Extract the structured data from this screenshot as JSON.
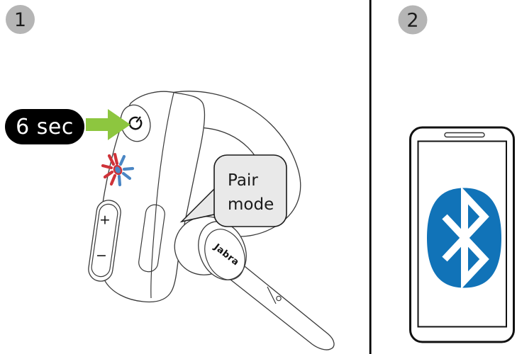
{
  "step1": {
    "number": "1"
  },
  "step2": {
    "number": "2"
  },
  "panel1": {
    "duration_badge": "6 sec",
    "pair_bubble": {
      "line1": "Pair",
      "line2": "mode"
    },
    "volume_up": "+",
    "volume_down": "−",
    "brand": "Jabra"
  },
  "icons": {
    "power": "power-symbol",
    "led": "led-flashing-red-blue",
    "arrow": "press-and-hold-arrow",
    "bluetooth": "bluetooth-rune"
  },
  "colors": {
    "arrow_green": "#8dc63f",
    "led_red": "#cf3339",
    "led_blue": "#4a86c4",
    "bluetooth_blue": "#1173b8",
    "badge_black": "#000000",
    "step_circle_gray": "#b5b5b5",
    "bubble_gray": "#e9e9e9",
    "white": "#ffffff"
  }
}
